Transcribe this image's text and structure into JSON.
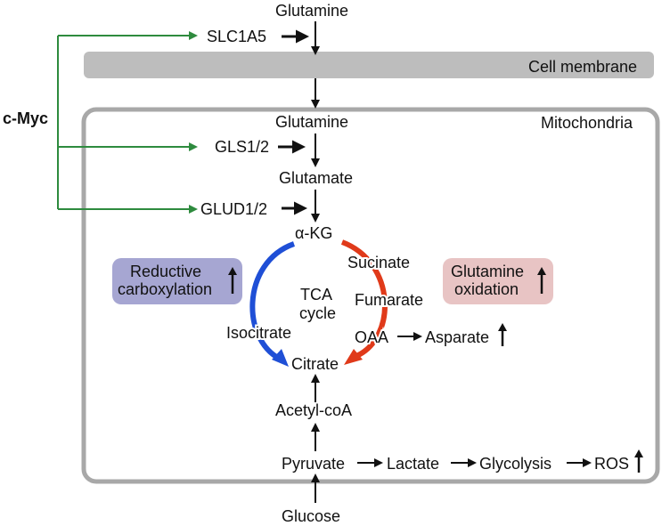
{
  "top": {
    "glutamine_outside": "Glutamine",
    "transporter": "SLC1A5"
  },
  "membrane": {
    "label": "Cell membrane"
  },
  "regulator": {
    "label": "c-Myc"
  },
  "mitochondria": {
    "label": "Mitochondria",
    "glutamine_inside": "Glutamine",
    "enzyme_gls": "GLS1/2",
    "glutamate": "Glutamate",
    "enzyme_glud": "GLUD1/2"
  },
  "tca": {
    "akg": "α-KG",
    "succinate": "Sucinate",
    "fumarate": "Fumarate",
    "oaa": "OAA",
    "citrate": "Citrate",
    "isocitrate": "Isocitrate",
    "center_line1": "TCA",
    "center_line2": "cycle"
  },
  "boxes": {
    "reductive_line1": "Reductive",
    "reductive_line2": "carboxylation",
    "oxidation_line1": "Glutamine",
    "oxidation_line2": "oxidation"
  },
  "metabolites": {
    "asparate": "Asparate",
    "acetyl_coa": "Acetyl-coA",
    "pyruvate": "Pyruvate",
    "lactate": "Lactate",
    "glycolysis": "Glycolysis",
    "ros": "ROS",
    "glucose": "Glucose"
  },
  "colors": {
    "myc_green": "#2e8b3e",
    "reductive_blue": "#1f4fd6",
    "oxidative_red": "#e03a1a",
    "membrane_gray": "#bdbdbd",
    "mito_border": "#a8a8a8",
    "reductive_box": "#a6a6d2",
    "oxidation_box": "#e8c4c4"
  }
}
